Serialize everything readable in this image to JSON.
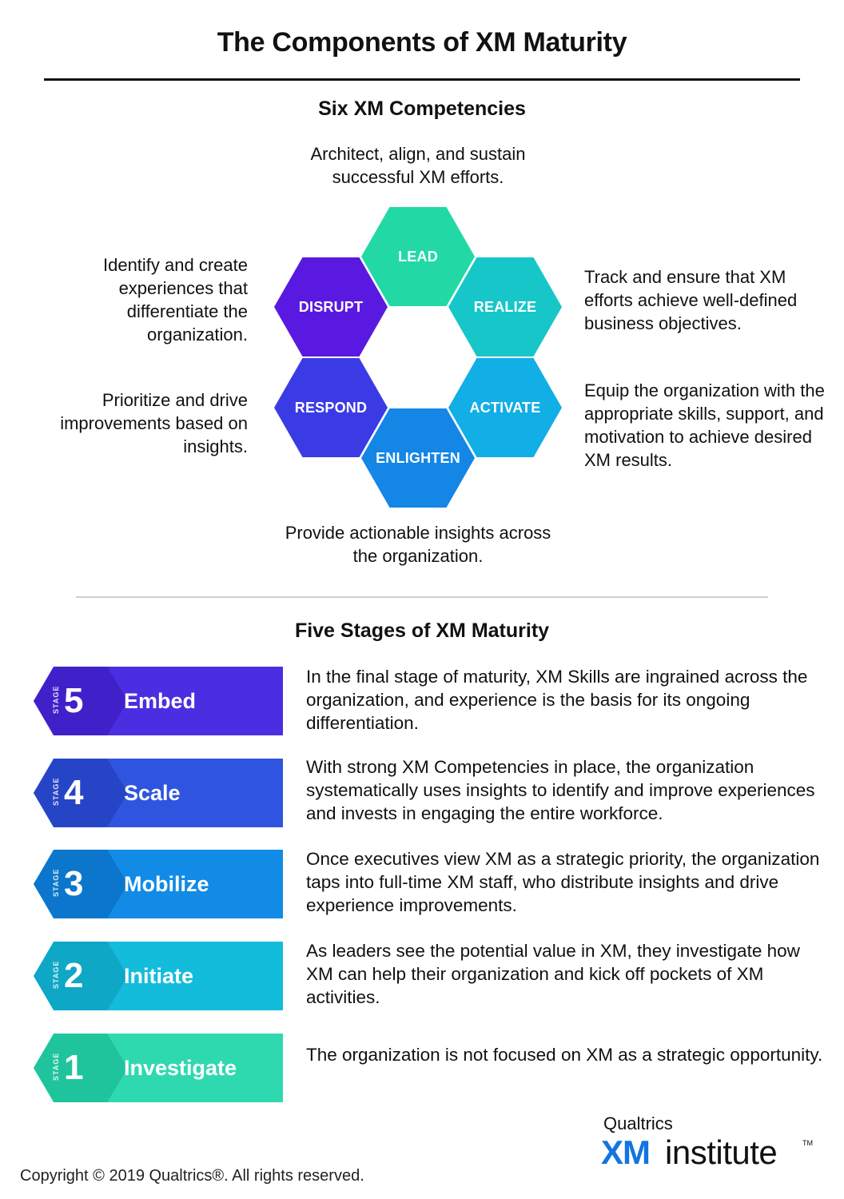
{
  "title": "The Components of XM Maturity",
  "competencies": {
    "heading": "Six XM Competencies",
    "hexes": [
      {
        "label": "LEAD",
        "color": "#22d9a6"
      },
      {
        "label": "DISRUPT",
        "color": "#5a19e0"
      },
      {
        "label": "REALIZE",
        "color": "#17c6c8"
      },
      {
        "label": "RESPOND",
        "color": "#3b3be6"
      },
      {
        "label": "ACTIVATE",
        "color": "#12aee6"
      },
      {
        "label": "ENLIGHTEN",
        "color": "#1386e6"
      }
    ],
    "descriptions": {
      "lead": "Architect, align, and sustain successful XM efforts.",
      "disrupt": "Identify and create experiences that differentiate the organization.",
      "realize": "Track and ensure that XM efforts achieve well-defined business objectives.",
      "respond": "Prioritize and drive improvements based on insights.",
      "activate": "Equip the organization with the appropriate skills, support, and motivation to achieve desired XM results.",
      "enlighten": "Provide actionable insights across the organization."
    }
  },
  "stages": {
    "heading": "Five Stages of XM Maturity",
    "stage_word": "STAGE",
    "items": [
      {
        "number": "5",
        "name": "Embed",
        "color": "#4b2ee2",
        "dark": "#4021c9",
        "description": "In the final stage of maturity, XM Skills are ingrained across the organization, and experience is the basis for its ongoing differentiation."
      },
      {
        "number": "4",
        "name": "Scale",
        "color": "#2f55e0",
        "dark": "#2645c6",
        "description": "With strong XM Competencies in place, the organization systematically uses insights to identify and improve experiences and invests in engaging the entire workforce."
      },
      {
        "number": "3",
        "name": "Mobilize",
        "color": "#118be6",
        "dark": "#0c76cc",
        "description": "Once executives view XM as a strategic priority, the organization taps into full-time XM staff, who distribute insights and drive experience improvements."
      },
      {
        "number": "2",
        "name": "Initiate",
        "color": "#14bcdc",
        "dark": "#0ea7c6",
        "description": "As leaders see the potential value in XM, they investigate how XM can help their organization and kick off pockets of XM activities."
      },
      {
        "number": "1",
        "name": "Investigate",
        "color": "#2fd9b0",
        "dark": "#20c49c",
        "description": "The organization is not focused on XM as a strategic opportunity."
      }
    ]
  },
  "brand": {
    "top": "Qualtrics",
    "xm": "XM",
    "institute": "institute",
    "tm": "TM"
  },
  "copyright": "Copyright © 2019 Qualtrics®.  All rights reserved."
}
